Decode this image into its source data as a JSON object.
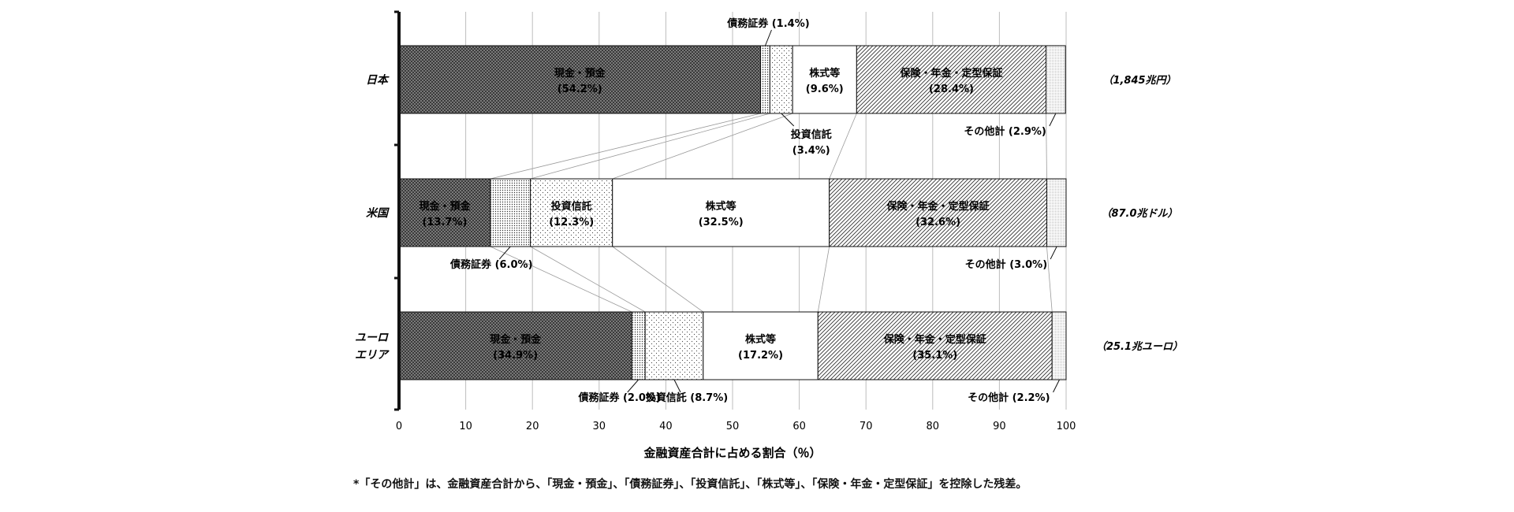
{
  "chart_data": {
    "type": "bar",
    "stacked": true,
    "orientation": "horizontal",
    "xlabel": "金融資産合計に占める割合（％）",
    "xlim": [
      0,
      100
    ],
    "xticks": [
      0,
      10,
      20,
      30,
      40,
      50,
      60,
      70,
      80,
      90,
      100
    ],
    "grid": true,
    "categories": [
      "日本",
      "米国",
      "ユーロ\nエリア"
    ],
    "totals": [
      "（1,845兆円）",
      "（87.0兆ドル）",
      "（25.1兆ユーロ）"
    ],
    "series": [
      {
        "name": "現金・預金",
        "values": [
          54.2,
          13.7,
          34.9
        ]
      },
      {
        "name": "債務証券",
        "values": [
          1.4,
          6.0,
          2.0
        ]
      },
      {
        "name": "投資信託",
        "values": [
          3.4,
          12.3,
          8.7
        ]
      },
      {
        "name": "株式等",
        "values": [
          9.6,
          32.5,
          17.2
        ]
      },
      {
        "name": "保険・年金・定型保証",
        "values": [
          28.4,
          32.6,
          35.1
        ]
      },
      {
        "name": "その他計",
        "values": [
          2.9,
          3.0,
          2.2
        ]
      }
    ],
    "labels": [
      [
        {
          "text": "現金・預金",
          "value": "(54.2%)",
          "mode": "inside"
        },
        {
          "text": "債務証券 (1.4%)",
          "mode": "above"
        },
        {
          "text": "投資信託",
          "value": "(3.4%)",
          "mode": "below-stack"
        },
        {
          "text": "株式等",
          "value": "(9.6%)",
          "mode": "inside"
        },
        {
          "text": "保険・年金・定型保証",
          "value": "(28.4%)",
          "mode": "inside"
        },
        {
          "text": "その他計 (2.9%)",
          "mode": "below-right"
        }
      ],
      [
        {
          "text": "現金・預金",
          "value": "(13.7%)",
          "mode": "inside"
        },
        {
          "text": "債務証券 (6.0%)",
          "mode": "below-left"
        },
        {
          "text": "投資信託",
          "value": "(12.3%)",
          "mode": "inside"
        },
        {
          "text": "株式等",
          "value": "(32.5%)",
          "mode": "inside"
        },
        {
          "text": "保険・年金・定型保証",
          "value": "(32.6%)",
          "mode": "inside"
        },
        {
          "text": "その他計 (3.0%)",
          "mode": "below-right"
        }
      ],
      [
        {
          "text": "現金・預金",
          "value": "(34.9%)",
          "mode": "inside"
        },
        {
          "text": "債務証券 (2.0%)",
          "mode": "below-left"
        },
        {
          "text": "投資信託 (8.7%)",
          "mode": "below-right-ofs"
        },
        {
          "text": "株式等",
          "value": "(17.2%)",
          "mode": "inside"
        },
        {
          "text": "保険・年金・定型保証",
          "value": "(35.1%)",
          "mode": "inside"
        },
        {
          "text": "その他計 (2.2%)",
          "mode": "below-right"
        }
      ]
    ]
  },
  "footnote": "*「その他計」は、金融資産合計から、「現金・預金」、「債務証券」、「投資信託」、「株式等」、「保険・年金・定型保証」を控除した残差。"
}
